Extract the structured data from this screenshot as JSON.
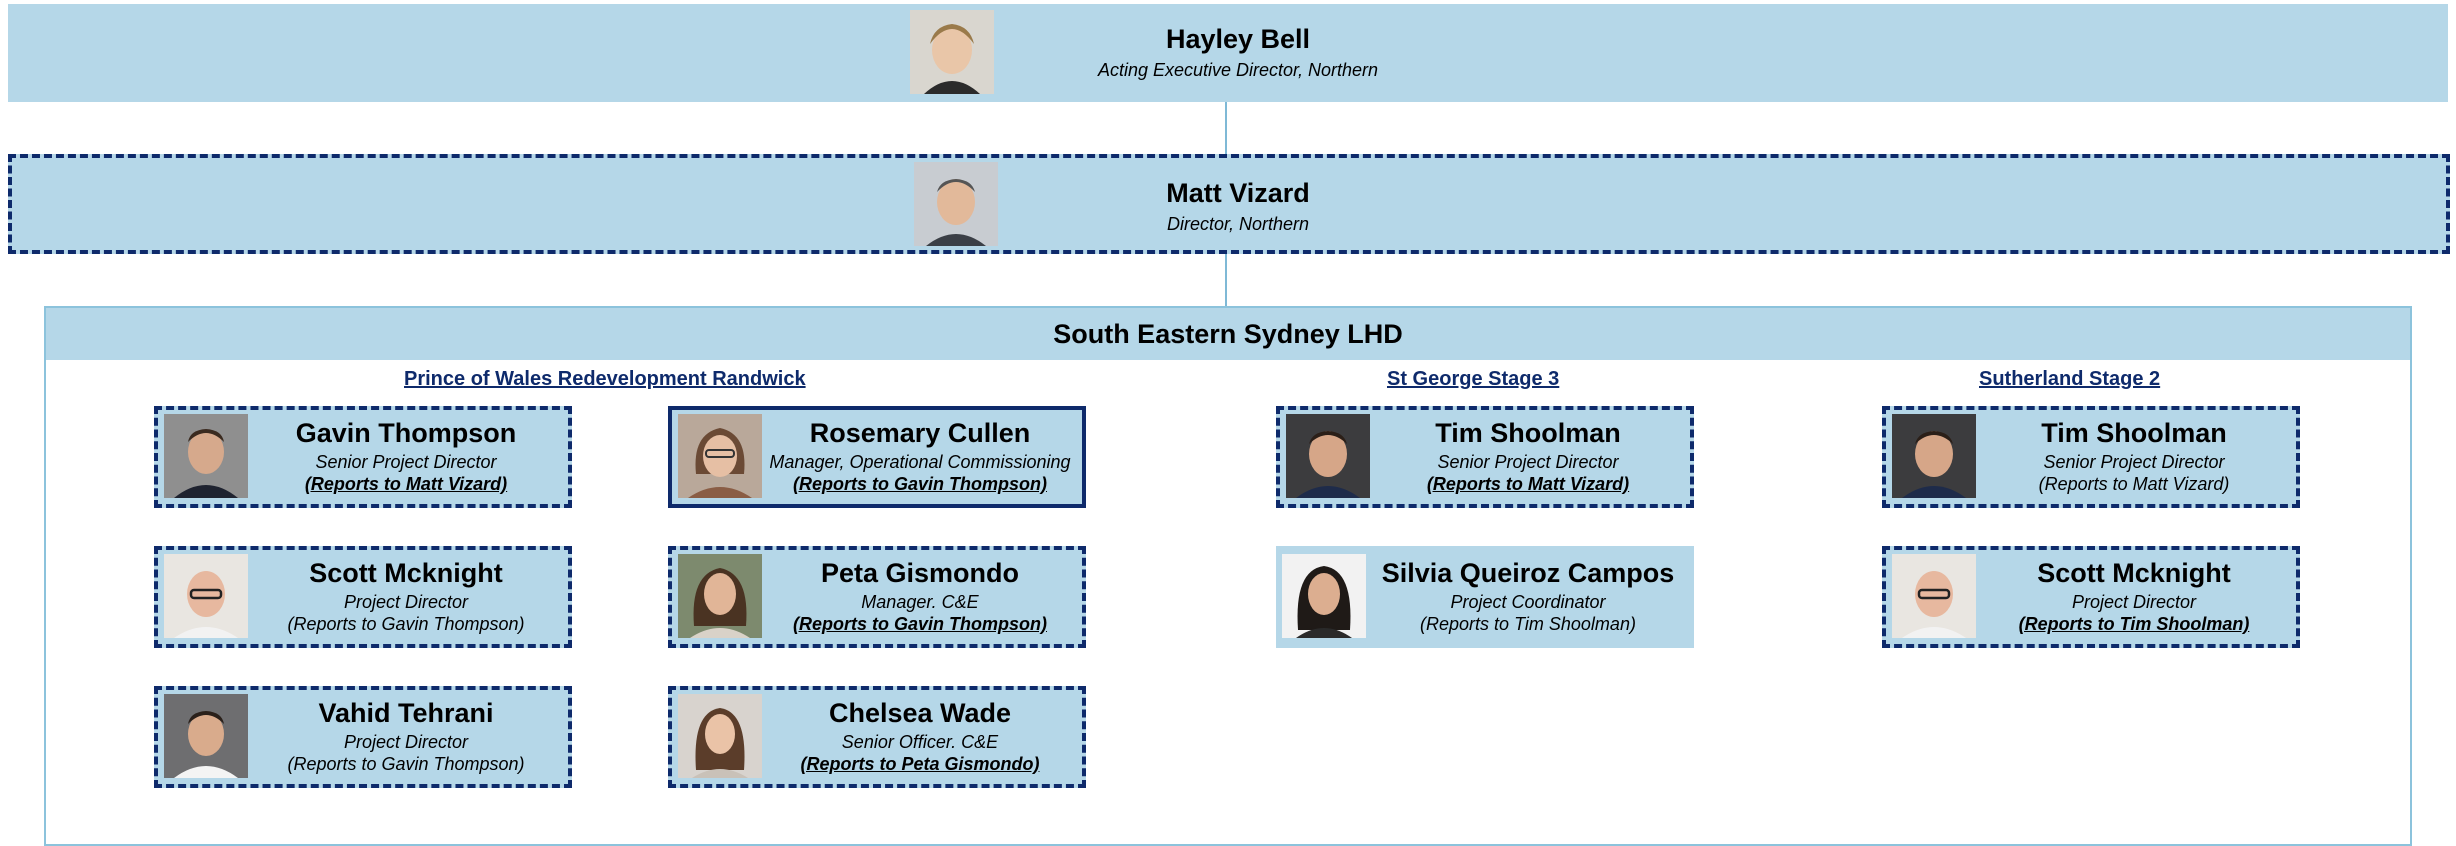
{
  "top": {
    "name": "Hayley Bell",
    "title": "Acting Executive Director, Northern"
  },
  "director": {
    "name": "Matt Vizard",
    "title": "Director, Northern"
  },
  "group": {
    "title": "South Eastern Sydney LHD",
    "sections": [
      {
        "title": "Prince of Wales Redevelopment Randwick",
        "cards": [
          {
            "name": "Gavin Thompson",
            "title": "Senior Project Director",
            "reports": "(Reports to Matt Vizard)"
          },
          {
            "name": "Rosemary Cullen",
            "title": "Manager, Operational Commissioning",
            "reports": "(Reports to Gavin Thompson)"
          },
          {
            "name": "Scott Mcknight",
            "title": "Project Director",
            "reports": "(Reports to Gavin Thompson)"
          },
          {
            "name": "Peta Gismondo",
            "title": "Manager. C&E",
            "reports": "(Reports to Gavin Thompson)"
          },
          {
            "name": "Vahid Tehrani",
            "title": "Project Director",
            "reports": "(Reports to Gavin Thompson)"
          },
          {
            "name": "Chelsea Wade",
            "title": "Senior Officer. C&E",
            "reports": "(Reports to Peta Gismondo)"
          }
        ]
      },
      {
        "title": "St George Stage 3",
        "cards": [
          {
            "name": "Tim Shoolman",
            "title": "Senior Project Director",
            "reports": "(Reports to Matt Vizard)"
          },
          {
            "name": "Silvia Queiroz Campos",
            "title": "Project Coordinator",
            "reports": "(Reports to Tim Shoolman)"
          }
        ]
      },
      {
        "title": "Sutherland Stage 2",
        "cards": [
          {
            "name": "Tim Shoolman",
            "title": "Senior Project Director",
            "reports": "(Reports to Matt Vizard)"
          },
          {
            "name": "Scott Mcknight",
            "title": "Project Director",
            "reports": "(Reports to Tim Shoolman)"
          }
        ]
      }
    ]
  },
  "colors": {
    "box_fill": "#b5d7e8",
    "border": "#0e2a6b",
    "connector": "#7fb9d6"
  }
}
